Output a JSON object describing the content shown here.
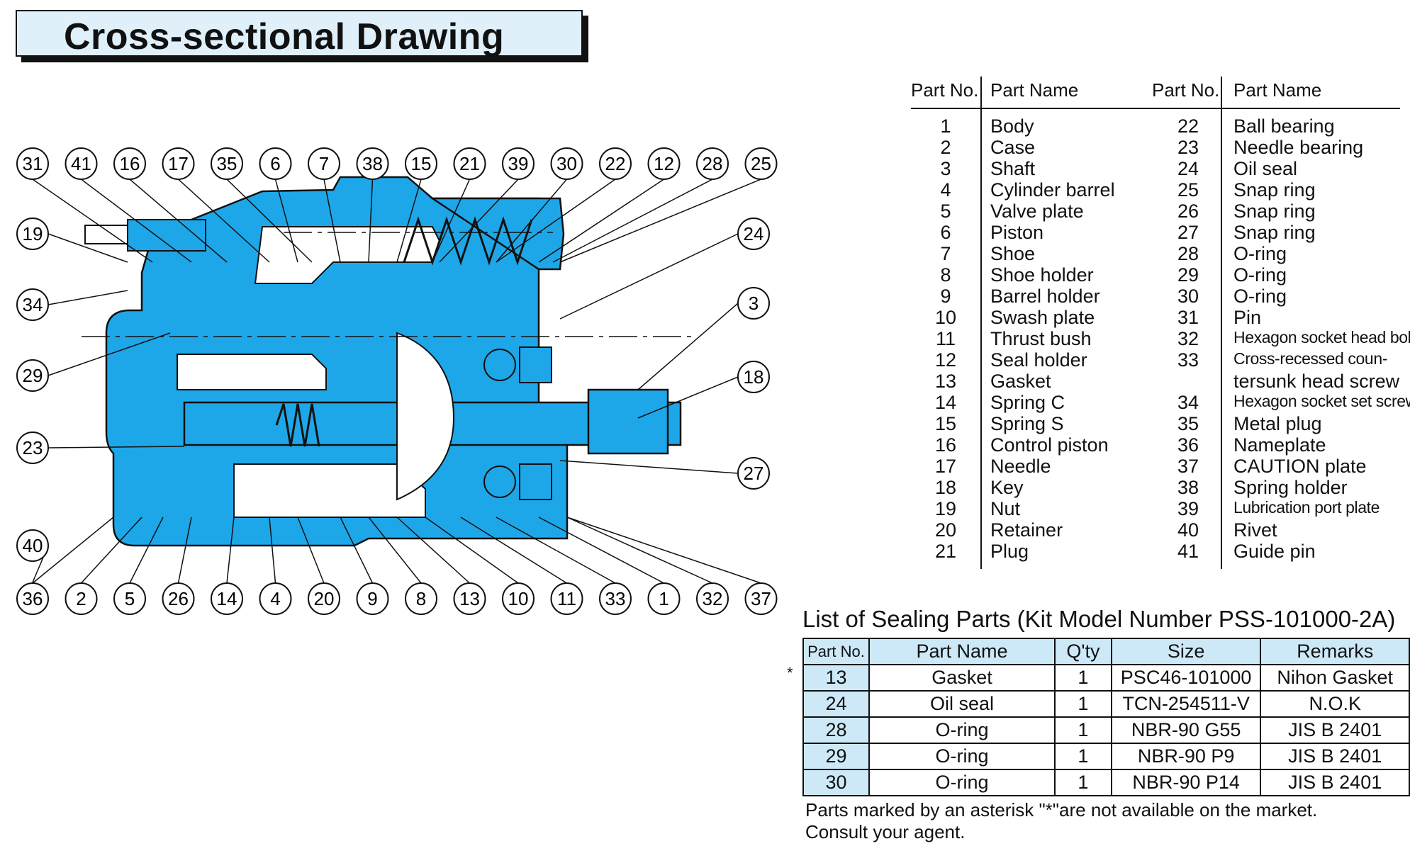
{
  "title": "Cross-sectional Drawing",
  "parts_table": {
    "headers": [
      "Part No.",
      "Part Name",
      "Part No.",
      "Part Name"
    ],
    "left": [
      {
        "no": "1",
        "name": "Body"
      },
      {
        "no": "2",
        "name": "Case"
      },
      {
        "no": "3",
        "name": "Shaft"
      },
      {
        "no": "4",
        "name": "Cylinder barrel"
      },
      {
        "no": "5",
        "name": "Valve plate"
      },
      {
        "no": "6",
        "name": "Piston"
      },
      {
        "no": "7",
        "name": "Shoe"
      },
      {
        "no": "8",
        "name": "Shoe holder"
      },
      {
        "no": "9",
        "name": "Barrel holder"
      },
      {
        "no": "10",
        "name": "Swash plate"
      },
      {
        "no": "11",
        "name": "Thrust bush"
      },
      {
        "no": "12",
        "name": "Seal holder"
      },
      {
        "no": "13",
        "name": "Gasket"
      },
      {
        "no": "14",
        "name": "Spring C"
      },
      {
        "no": "15",
        "name": "Spring S"
      },
      {
        "no": "16",
        "name": "Control piston"
      },
      {
        "no": "17",
        "name": "Needle"
      },
      {
        "no": "18",
        "name": "Key"
      },
      {
        "no": "19",
        "name": "Nut"
      },
      {
        "no": "20",
        "name": "Retainer"
      },
      {
        "no": "21",
        "name": "Plug"
      }
    ],
    "right": [
      {
        "no": "22",
        "name": "Ball bearing"
      },
      {
        "no": "23",
        "name": "Needle bearing"
      },
      {
        "no": "24",
        "name": "Oil seal"
      },
      {
        "no": "25",
        "name": "Snap ring"
      },
      {
        "no": "26",
        "name": "Snap ring"
      },
      {
        "no": "27",
        "name": "Snap ring"
      },
      {
        "no": "28",
        "name": "O-ring"
      },
      {
        "no": "29",
        "name": "O-ring"
      },
      {
        "no": "30",
        "name": "O-ring"
      },
      {
        "no": "31",
        "name": "Pin"
      },
      {
        "no": "32",
        "name": "Hexagon socket head bolt"
      },
      {
        "no": "33",
        "name": "Cross-recessed coun-"
      },
      {
        "no": "",
        "name": "tersunk head screw"
      },
      {
        "no": "34",
        "name": "Hexagon socket set screw"
      },
      {
        "no": "35",
        "name": "Metal plug"
      },
      {
        "no": "36",
        "name": "Nameplate"
      },
      {
        "no": "37",
        "name": "CAUTION plate"
      },
      {
        "no": "38",
        "name": "Spring holder"
      },
      {
        "no": "39",
        "name": "Lubrication port plate"
      },
      {
        "no": "40",
        "name": "Rivet"
      },
      {
        "no": "41",
        "name": "Guide pin"
      }
    ]
  },
  "sealing": {
    "title": "List of Sealing Parts (Kit Model Number PSS-101000-2A)",
    "headers": [
      "Part No.",
      "Part Name",
      "Q'ty",
      "Size",
      "Remarks"
    ],
    "rows": [
      {
        "no": "13",
        "name": "Gasket",
        "qty": "1",
        "size": "PSC46-101000",
        "remarks": "Nihon Gasket"
      },
      {
        "no": "24",
        "name": "Oil seal",
        "qty": "1",
        "size": "TCN-254511-V",
        "remarks": "N.O.K"
      },
      {
        "no": "28",
        "name": "O-ring",
        "qty": "1",
        "size": "NBR-90 G55",
        "remarks": "JIS B 2401"
      },
      {
        "no": "29",
        "name": "O-ring",
        "qty": "1",
        "size": "NBR-90 P9",
        "remarks": "JIS B 2401"
      },
      {
        "no": "30",
        "name": "O-ring",
        "qty": "1",
        "size": "NBR-90 P14",
        "remarks": "JIS B 2401"
      }
    ],
    "asterisk": "*",
    "note_line1": "Parts marked by an asterisk \"*\"are not available on the market.",
    "note_line2": "Consult your agent."
  },
  "drawing": {
    "top_labels": [
      "31",
      "41",
      "16",
      "17",
      "35",
      "6",
      "7",
      "38",
      "15",
      "21",
      "39",
      "30",
      "22",
      "12",
      "28",
      "25"
    ],
    "bottom_labels": [
      "36",
      "2",
      "5",
      "26",
      "14",
      "4",
      "20",
      "9",
      "8",
      "13",
      "10",
      "11",
      "33",
      "1",
      "32",
      "37"
    ],
    "left_labels": [
      "19",
      "34",
      "29",
      "23",
      "40"
    ],
    "right_labels": [
      "24",
      "3",
      "18",
      "27"
    ]
  },
  "colors": {
    "body_fill": "#1ea7e8",
    "banner_bg": "#dff0fb",
    "table_head_bg": "#cde9f7"
  }
}
